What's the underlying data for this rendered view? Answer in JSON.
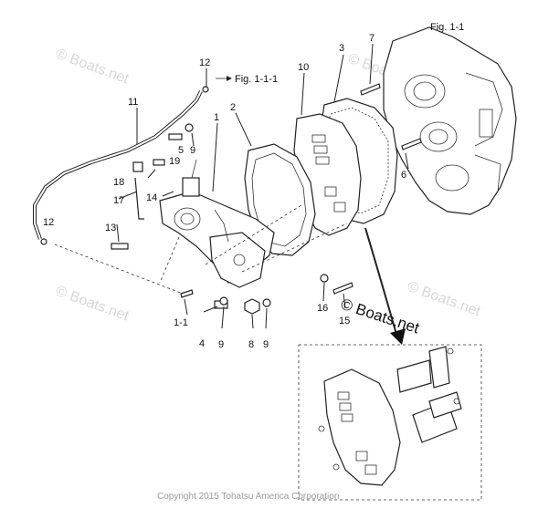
{
  "callouts": {
    "n1": "1",
    "n2": "2",
    "n3": "3",
    "n4": "4",
    "n5": "5",
    "n6": "6",
    "n7": "7",
    "n8": "8",
    "n9a": "9",
    "n9b": "9",
    "n9c": "9",
    "n10": "10",
    "n11": "11",
    "n12a": "12",
    "n12b": "12",
    "n13": "13",
    "n14": "14",
    "n15": "15",
    "n16": "16",
    "n17": "17",
    "n18": "18",
    "n19": "19",
    "n11sub": "1-1"
  },
  "figure_refs": {
    "fig_1_1": "Fig. 1-1",
    "fig_1_1_1": "Fig. 1-1-1"
  },
  "watermark": {
    "text": "© Boats.net"
  },
  "copyright": "Copyright 2015 Tohatsu America Corporation"
}
